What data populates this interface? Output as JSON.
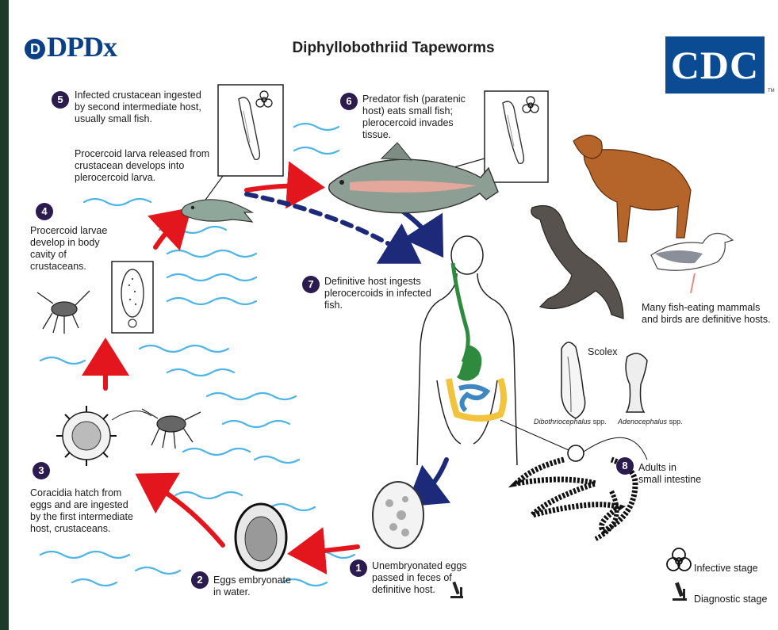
{
  "header": {
    "logo_left": "DPDx",
    "logo_left_mark": "D",
    "title": "Diphyllobothriid Tapeworms",
    "logo_right": "CDC",
    "logo_right_tm": "TM"
  },
  "steps": [
    {
      "number": "1",
      "text": "Unembryonated eggs\npassed in feces of\ndefinitive host."
    },
    {
      "number": "2",
      "text": "Eggs embryonate\nin water."
    },
    {
      "number": "3",
      "text": "Coracidia hatch from\neggs and are ingested\nby the first intermediate\nhost, crustaceans."
    },
    {
      "number": "4",
      "text": "Procercoid larvae\ndevelop in body\ncavity of\ncrustaceans."
    },
    {
      "number": "5",
      "text": "Infected crustacean ingested\nby second intermediate host,\nusually small fish.",
      "text2": "Procercoid larva released from\ncrustacean develops into\nplerocercoid larva."
    },
    {
      "number": "6",
      "text": "Predator fish (paratenic\nhost) eats small fish;\nplerocercoid invades\ntissue."
    },
    {
      "number": "7",
      "text": "Definitive host ingests\nplerocercoids in infected\nfish."
    },
    {
      "number": "8",
      "text": "Adults in\nsmall intestine"
    }
  ],
  "hosts_note": "Many fish-eating mammals\nand birds are definitive hosts.",
  "scolex": {
    "label": "Scolex",
    "genus_1": "Dibothriocephalus",
    "genus_2": "Adenocephalus",
    "spp": "spp."
  },
  "legend": {
    "infective_icon": "biohazard-icon",
    "infective": "Infective stage",
    "diagnostic_icon": "microscope-icon",
    "diagnostic": "Diagnostic stage"
  },
  "colors": {
    "arrow_red": "#e3161d",
    "arrow_navy": "#1d2a7a",
    "step_circle": "#2b1b4f",
    "water": "#4fb4e6",
    "cdc_blue": "#0a4b94",
    "dpdx_blue": "#0b3f86"
  }
}
